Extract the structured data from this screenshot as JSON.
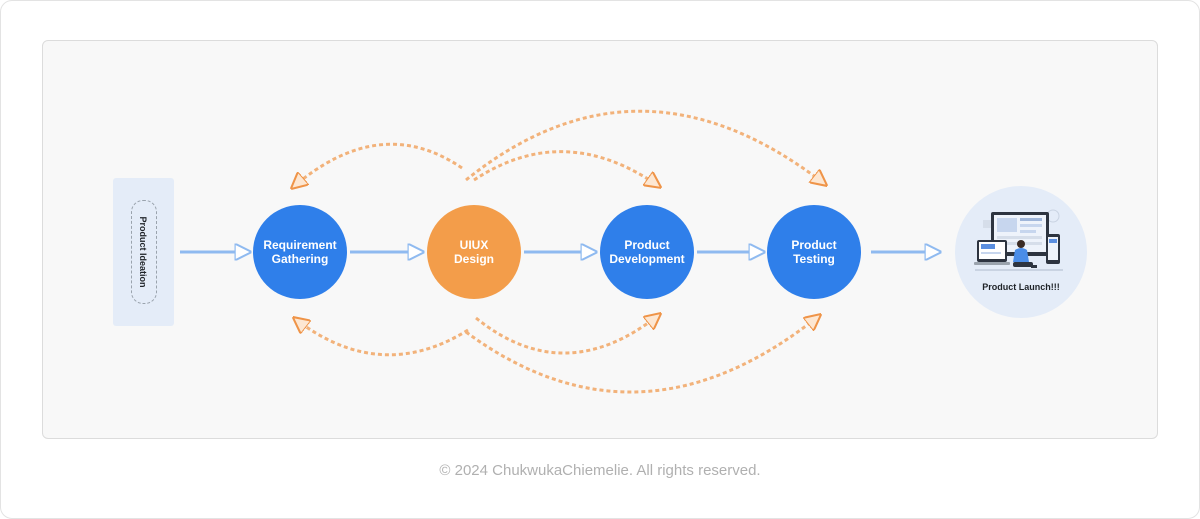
{
  "stages": {
    "ideation": "Product Ideation",
    "requirement": "Requirement\nGathering",
    "uiux": "UIUX\nDesign",
    "development": "Product\nDevelopment",
    "testing": "Product\nTesting",
    "launch": "Product Launch!!!"
  },
  "footer": "© 2024 ChukwukaChiemelie. All rights reserved.",
  "colors": {
    "stage_blue": "#2f7fea",
    "design_orange": "#f39d4a",
    "arrow_blue": "#8fbaf0",
    "loop_orange": "#f2b27a",
    "card_bg": "#e4ecf8"
  }
}
